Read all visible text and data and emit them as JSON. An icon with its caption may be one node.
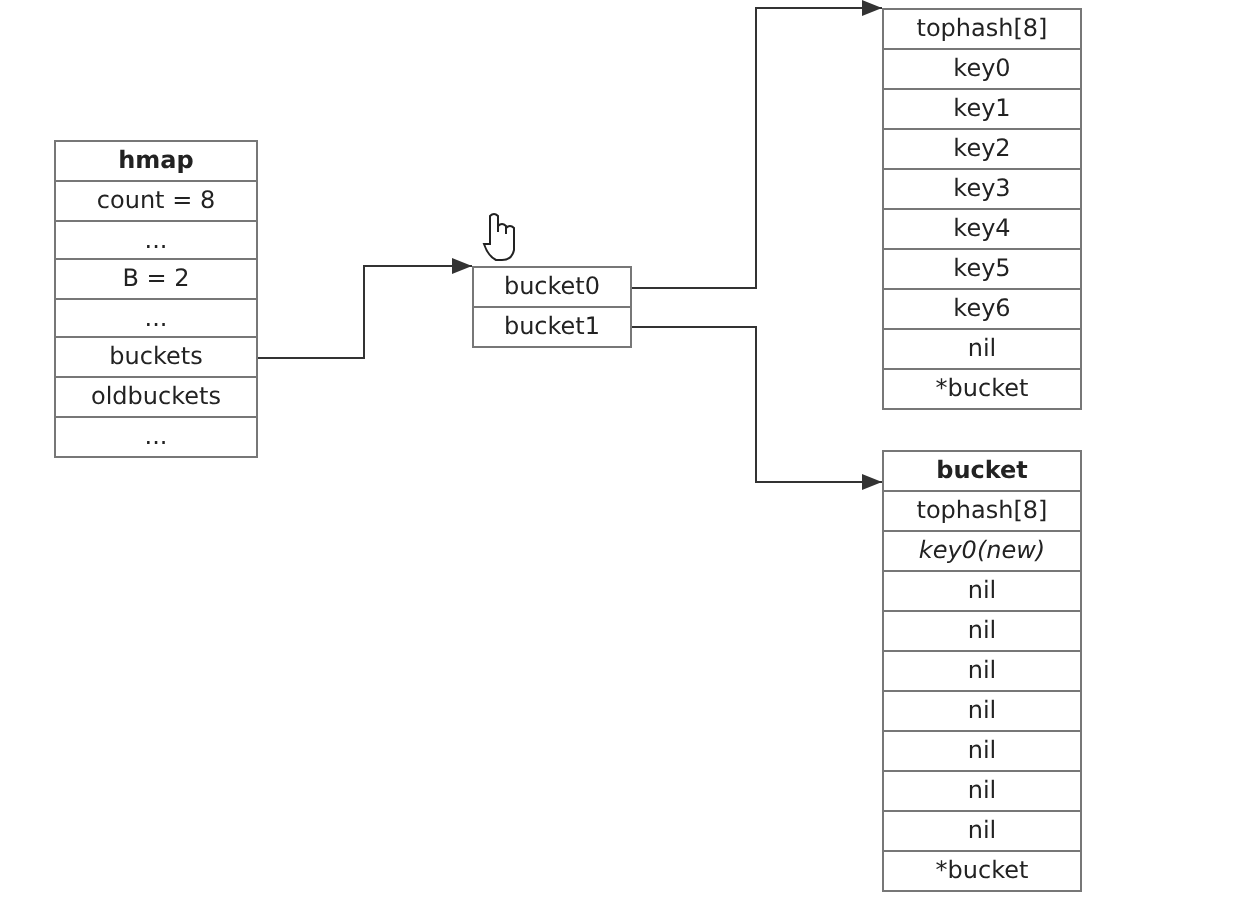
{
  "diagram": {
    "nodes": [
      {
        "text": [
          "hmap"
        ]
      },
      {
        "text": [
          "count = 8"
        ],
        "in": 0
      },
      {
        "text": [
          "..."
        ],
        "in": 0
      },
      {
        "text": [
          "B = 2"
        ],
        "in": 0
      },
      {
        "text": [
          "..."
        ],
        "in": 0
      },
      {
        "text": [
          "buckets"
        ],
        "in": 0
      },
      {
        "text": [
          "oldbuckets"
        ],
        "in": 0
      },
      {
        "text": [
          "..."
        ],
        "in": 0
      },
      {
        "text": [],
        "shape": "box"
      },
      {
        "text": [
          "bucket0"
        ],
        "in": 8
      },
      {
        "text": [
          "bucket1"
        ],
        "in": 8
      },
      {
        "text": [],
        "shape": "box"
      },
      {
        "text": [
          "tophash[8]"
        ],
        "in": 11
      },
      {
        "text": [
          "key0"
        ],
        "in": 11
      },
      {
        "text": [
          "key1"
        ],
        "in": 11
      },
      {
        "text": [
          "key2"
        ],
        "in": 11
      },
      {
        "text": [
          "key3"
        ],
        "in": 11
      },
      {
        "text": [
          "key4"
        ],
        "in": 11
      },
      {
        "text": [
          "key5"
        ],
        "in": 11
      },
      {
        "text": [
          "key6"
        ],
        "in": 11
      },
      {
        "text": [
          "nil"
        ],
        "in": 11
      },
      {
        "text": [
          "*bucket"
        ],
        "in": 11
      },
      {
        "text": [
          "bucket"
        ]
      },
      {
        "text": [
          "tophash[8]"
        ],
        "in": 22
      },
      {
        "text": [
          "key0(new)"
        ],
        "in": 22
      },
      {
        "text": [
          "nil"
        ],
        "in": 22
      },
      {
        "text": [
          "nil"
        ],
        "in": 22
      },
      {
        "text": [
          "nil"
        ],
        "in": 22
      },
      {
        "text": [
          "nil"
        ],
        "in": 22
      },
      {
        "text": [
          "nil"
        ],
        "in": 22
      },
      {
        "text": [
          "nil"
        ],
        "in": 22
      },
      {
        "text": [
          "nil"
        ],
        "in": 22
      },
      {
        "text": [
          "*bucket"
        ],
        "in": 22
      }
    ],
    "edges": [
      {
        "from": 5,
        "to": 8,
        "arrow": "to"
      },
      {
        "from": 9,
        "to": 11,
        "arrow": "to"
      },
      {
        "from": 10,
        "to": 22,
        "arrow": "to"
      }
    ]
  }
}
